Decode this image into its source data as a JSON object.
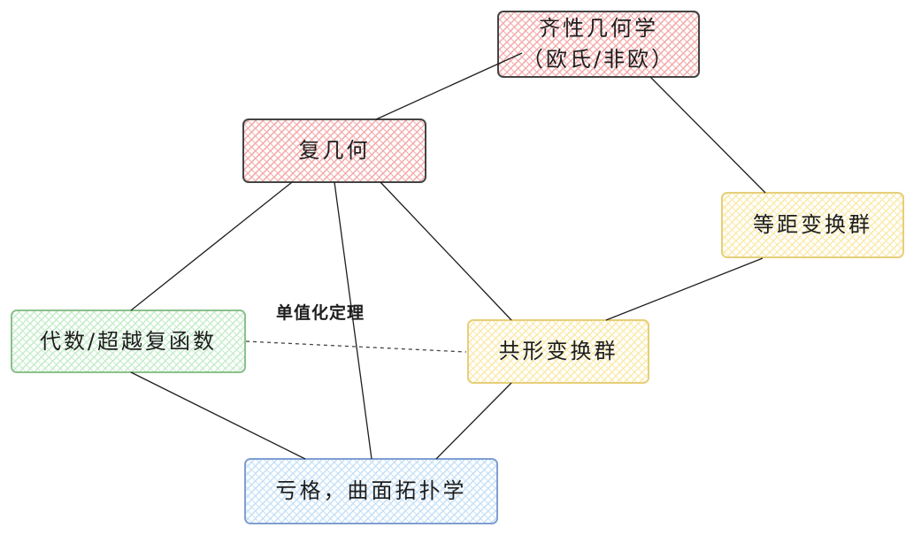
{
  "nodes": {
    "homogeneous": {
      "label_line1": "齐性几何学",
      "label_line2": "（欧氏/非欧）",
      "fill": "#ffc9c9",
      "stroke": "#444444"
    },
    "complex_geometry": {
      "label": "复几何",
      "fill": "#ffc9c9",
      "stroke": "#444444"
    },
    "isometry_group": {
      "label": "等距变换群",
      "fill": "#fff3bf",
      "stroke": "#e6cf7a"
    },
    "functions": {
      "label": "代数/超越复函数",
      "fill": "#d3f9d8",
      "stroke": "#8cc08c"
    },
    "conformal_group": {
      "label": "共形变换群",
      "fill": "#fff3bf",
      "stroke": "#e6cf7a"
    },
    "genus": {
      "label": "亏格，曲面拓扑学",
      "fill": "#d0ebff",
      "stroke": "#7f9fd1"
    }
  },
  "edge_label": "单值化定理"
}
